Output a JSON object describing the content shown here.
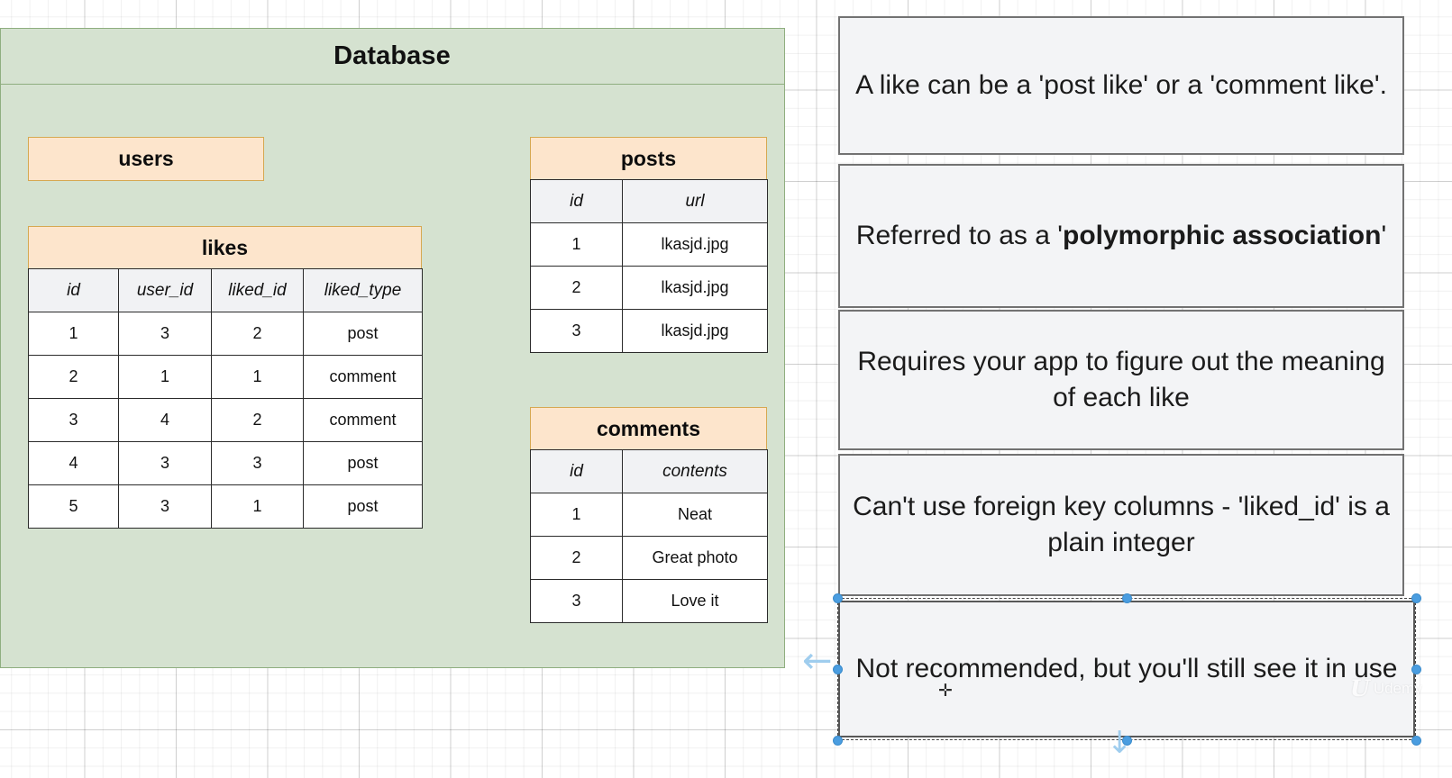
{
  "canvas": {
    "grid_minor_color": "#f0f0f0",
    "grid_major_color": "#e0e0e0"
  },
  "database": {
    "title": "Database",
    "fill_color": "#d5e2d0",
    "border_color": "#8fae7f",
    "entities": [
      {
        "name": "users",
        "columns": [],
        "rows": []
      },
      {
        "name": "likes",
        "columns": [
          "id",
          "user_id",
          "liked_id",
          "liked_type"
        ],
        "rows": [
          [
            "1",
            "3",
            "2",
            "post"
          ],
          [
            "2",
            "1",
            "1",
            "comment"
          ],
          [
            "3",
            "4",
            "2",
            "comment"
          ],
          [
            "4",
            "3",
            "3",
            "post"
          ],
          [
            "5",
            "3",
            "1",
            "post"
          ]
        ]
      },
      {
        "name": "posts",
        "columns": [
          "id",
          "url"
        ],
        "rows": [
          [
            "1",
            "lkasjd.jpg"
          ],
          [
            "2",
            "lkasjd.jpg"
          ],
          [
            "3",
            "lkasjd.jpg"
          ]
        ]
      },
      {
        "name": "comments",
        "columns": [
          "id",
          "contents"
        ],
        "rows": [
          [
            "1",
            "Neat"
          ],
          [
            "2",
            "Great photo"
          ],
          [
            "3",
            "Love it"
          ]
        ]
      }
    ],
    "entity_fill_color": "#fde5cc",
    "entity_border_color": "#d6a851"
  },
  "notes": [
    {
      "text": "A like can be a 'post like' or a 'comment like'.",
      "selected": false
    },
    {
      "text_before": "Referred to as a '",
      "bold": "polymorphic association",
      "text_after": "'",
      "selected": false
    },
    {
      "text": "Requires your app to figure out the meaning of each like",
      "selected": false
    },
    {
      "text": "Can't use foreign key columns - 'liked_id' is a plain integer",
      "selected": false
    },
    {
      "text": "Not recommended, but you'll still see it in use",
      "selected": true
    }
  ],
  "note_style": {
    "fill_color": "#f3f4f6",
    "border_color": "#727272"
  },
  "selection": {
    "handle_color": "#4a9de0",
    "arrow_color": "#9fcdee",
    "cursor_glyph": "✛",
    "left_arrow_glyph": "←",
    "down_arrow_glyph": "↓"
  },
  "watermark": {
    "glyph": "U",
    "label": "Udemy"
  }
}
